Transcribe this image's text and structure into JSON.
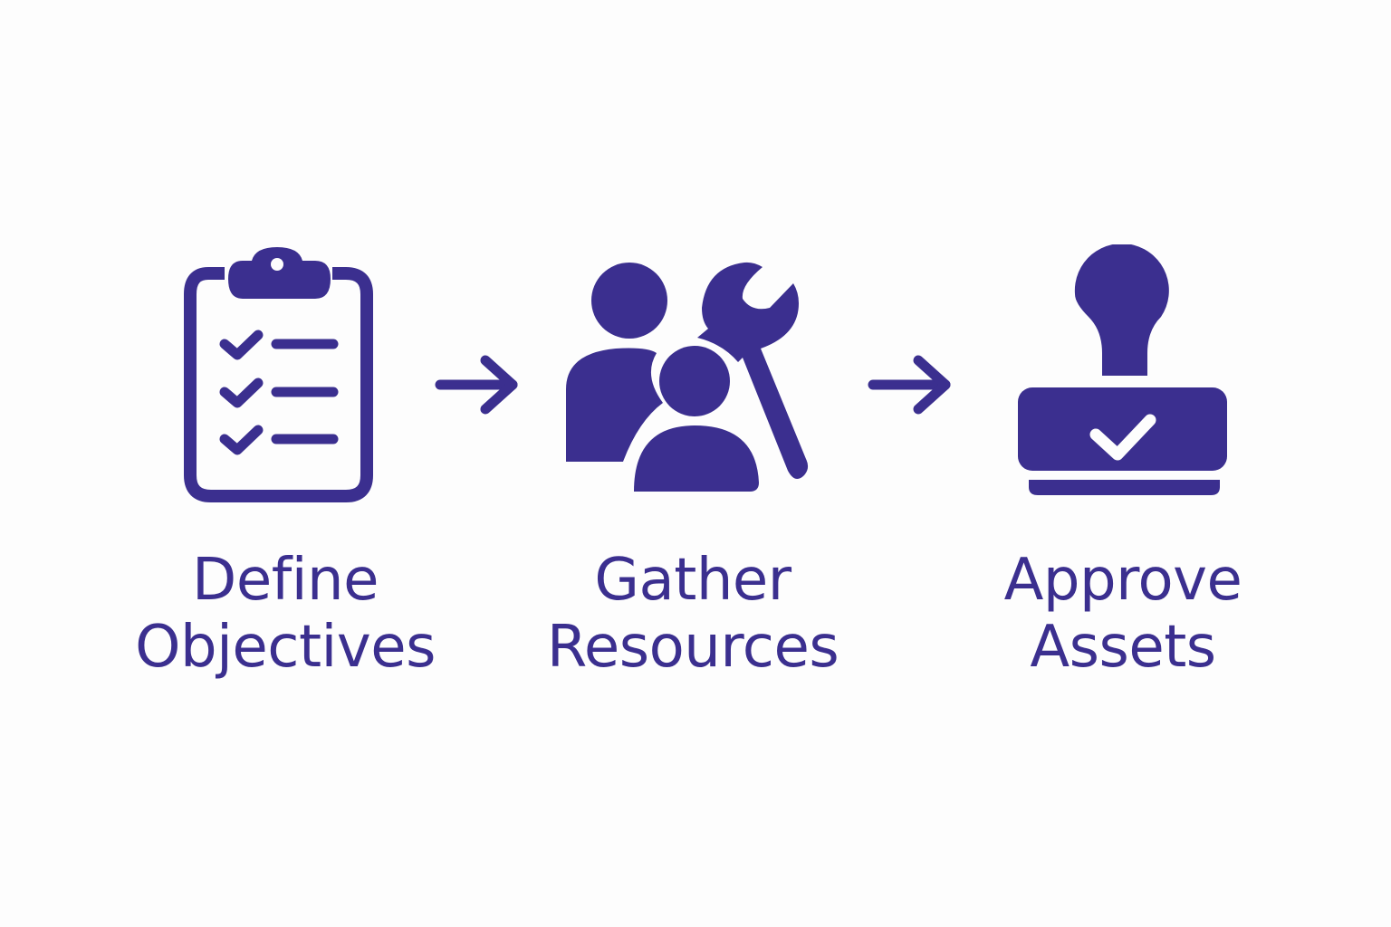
{
  "colors": {
    "primary": "#3b2f8f",
    "background": "#fdfdfd"
  },
  "steps": [
    {
      "icon": "clipboard-checklist-icon",
      "line1": "Define",
      "line2": "Objectives"
    },
    {
      "icon": "people-wrench-icon",
      "line1": "Gather",
      "line2": "Resources"
    },
    {
      "icon": "approval-stamp-icon",
      "line1": "Approve",
      "line2": "Assets"
    }
  ],
  "connectors": [
    "arrow-right-icon",
    "arrow-right-icon"
  ]
}
